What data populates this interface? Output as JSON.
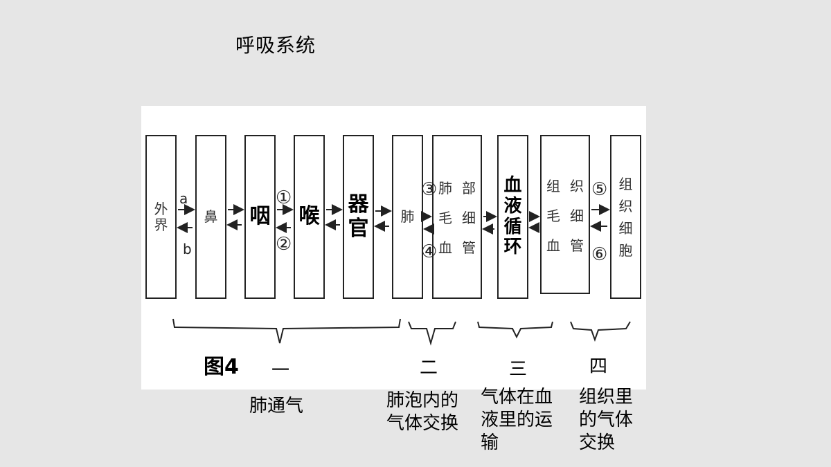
{
  "title": "呼吸系统",
  "diagram": {
    "boxes": {
      "outside": [
        "外",
        "界"
      ],
      "nose": [
        "鼻"
      ],
      "pharynx": [
        "咽"
      ],
      "larynx": [
        "喉"
      ],
      "organ": [
        "器",
        "官"
      ],
      "lung": [
        "肺"
      ],
      "alveolar_capillary": [
        [
          "肺",
          "毛",
          "血"
        ],
        [
          "部",
          "细",
          "管"
        ]
      ],
      "blood_circulation": [
        "血",
        "液",
        "循",
        "环"
      ],
      "tissue_capillary": [
        [
          "组",
          "毛",
          "血"
        ],
        [
          "织",
          "细",
          "管"
        ]
      ],
      "tissue_cells": [
        "组",
        "织",
        "细",
        "胞"
      ]
    },
    "arrow_labels": {
      "a": "a",
      "b": "b"
    },
    "circle_numbers": [
      "①",
      "②",
      "③",
      "④",
      "⑤",
      "⑥"
    ],
    "figure_label": "图4",
    "stages": [
      "一",
      "二",
      "三",
      "四"
    ]
  },
  "captions": {
    "stage1": "肺通气",
    "stage2": [
      "肺泡内的",
      "气体交换"
    ],
    "stage3": [
      "气体在血",
      "液里的运",
      "输"
    ],
    "stage4": [
      "组织里",
      "的气体",
      "交换"
    ]
  }
}
